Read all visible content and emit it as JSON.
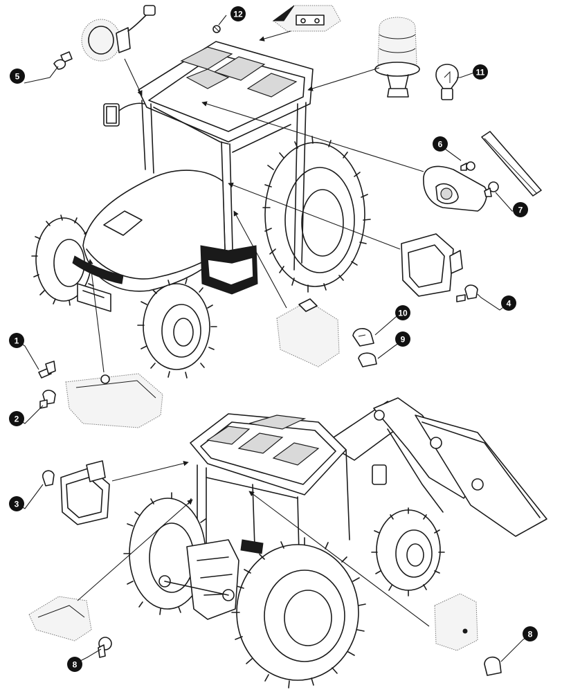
{
  "colors": {
    "line": "#1a1a1a",
    "callout_fill": "#111111",
    "callout_text": "#ffffff",
    "background": "#ffffff"
  },
  "callouts": [
    {
      "label": "1"
    },
    {
      "label": "2"
    },
    {
      "label": "3"
    },
    {
      "label": "4"
    },
    {
      "label": "5"
    },
    {
      "label": "6"
    },
    {
      "label": "7"
    },
    {
      "label": "8"
    },
    {
      "label": "8"
    },
    {
      "label": "9"
    },
    {
      "label": "10"
    },
    {
      "label": "11"
    },
    {
      "label": "12"
    }
  ]
}
